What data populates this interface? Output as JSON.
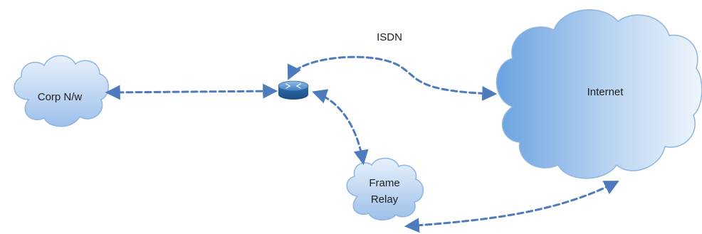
{
  "diagram": {
    "nodes": {
      "corp": {
        "label": "Corp N/w",
        "shape": "cloud"
      },
      "internet": {
        "label": "Internet",
        "shape": "cloud"
      },
      "frame_relay": {
        "label_line1": "Frame",
        "label_line2": "Relay",
        "shape": "cloud"
      },
      "router": {
        "label": "",
        "shape": "router-icon"
      }
    },
    "links": {
      "isdn": {
        "label": "ISDN"
      }
    },
    "colors": {
      "cloud_light": "#e6f0fb",
      "cloud_dark": "#6a9fdc",
      "cloud_stroke": "#8fb4de",
      "link": "#4e7bbd",
      "router_body": "#3b7ab8"
    }
  }
}
